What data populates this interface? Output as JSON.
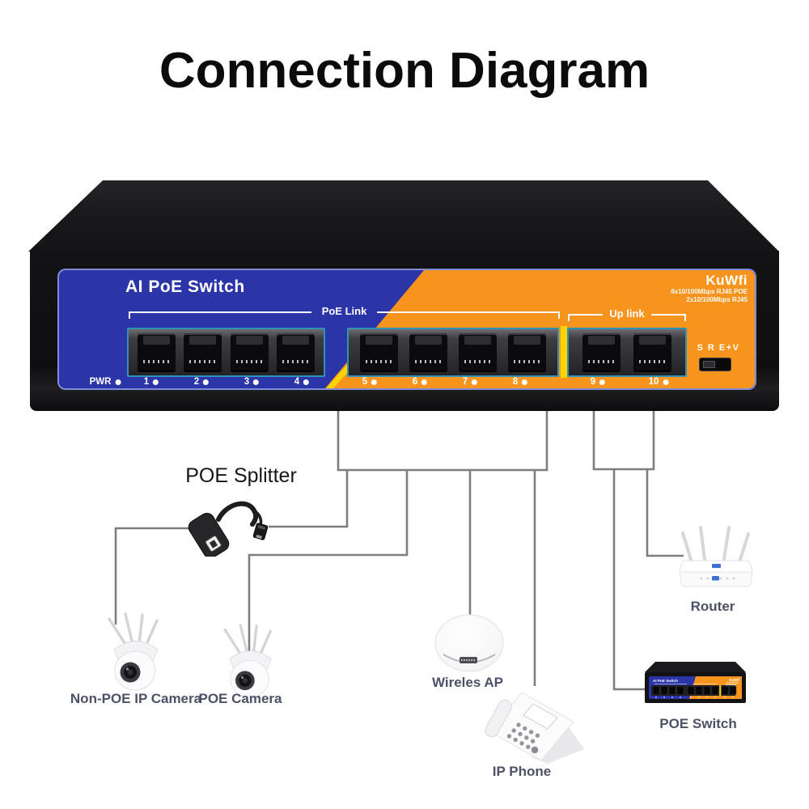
{
  "title": "Connection Diagram",
  "switch": {
    "name_label": "AI PoE Switch",
    "brand": "KuWfi",
    "spec_line1": "8x10/100Mbps RJ45 POE",
    "spec_line2": "2x10/100Mbps RJ45",
    "poe_link_label": "PoE Link",
    "uplink_label": "Up link",
    "pwr_label": "PWR",
    "mode_switch_label": "S R E+V",
    "ports": [
      "1",
      "2",
      "3",
      "4",
      "5",
      "6",
      "7",
      "8",
      "9",
      "10"
    ]
  },
  "devices": {
    "splitter": {
      "label": "POE Splitter"
    },
    "camera1": {
      "label": "Non-POE IP Camera"
    },
    "camera2": {
      "label": "POE Camera"
    },
    "ap": {
      "label": "Wireles AP"
    },
    "phone": {
      "label": "IP Phone"
    },
    "router": {
      "label": "Router"
    },
    "switch2": {
      "label": "POE Switch",
      "panel_label": "AI PoE Switch"
    }
  },
  "connections": [
    {
      "from": "PoE Link ports 1-8",
      "to": "POE Splitter"
    },
    {
      "from": "POE Splitter",
      "to": "Non-POE IP Camera"
    },
    {
      "from": "PoE Link ports 1-8",
      "to": "POE Camera"
    },
    {
      "from": "PoE Link ports 1-8",
      "to": "Wireles AP"
    },
    {
      "from": "PoE Link ports 1-8",
      "to": "IP Phone"
    },
    {
      "from": "Up link ports 9-10",
      "to": "POE Switch"
    },
    {
      "from": "Up link ports 9-10",
      "to": "Router"
    }
  ],
  "colors": {
    "panel_blue": "#2b35a8",
    "panel_orange": "#f7941e",
    "accent_yellow": "#ffd400",
    "wire_gray": "#7e7e7e",
    "device_label": "#4d5166",
    "port_border_teal": "#2f93b8"
  }
}
